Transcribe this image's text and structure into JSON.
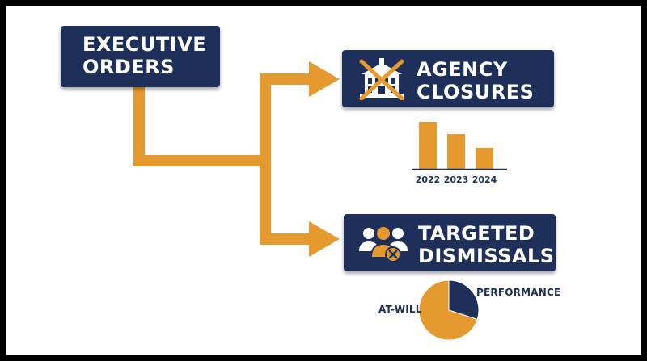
{
  "colors": {
    "navy": "#1e3059",
    "orange": "#e59a2f",
    "background": "#ffffff",
    "frame": "#000000"
  },
  "boxes": {
    "executive": {
      "line1": "EXECUTIVE",
      "line2": "ORDERS"
    },
    "agency": {
      "line1": "AGENCY",
      "line2": "CLOSURES",
      "icon": "crossed-out-building-icon"
    },
    "targeted": {
      "line1": "TARGETED",
      "line2": "DISMISSALS",
      "icon": "people-remove-icon"
    }
  },
  "chart_data": [
    {
      "type": "bar",
      "categories": [
        "2022",
        "2023",
        "2024"
      ],
      "values": [
        100,
        74,
        45
      ],
      "ylim": [
        0,
        100
      ]
    },
    {
      "type": "pie",
      "labels": [
        "PERFORMANCE",
        "AT-WILL"
      ],
      "values": [
        30,
        70
      ]
    }
  ]
}
